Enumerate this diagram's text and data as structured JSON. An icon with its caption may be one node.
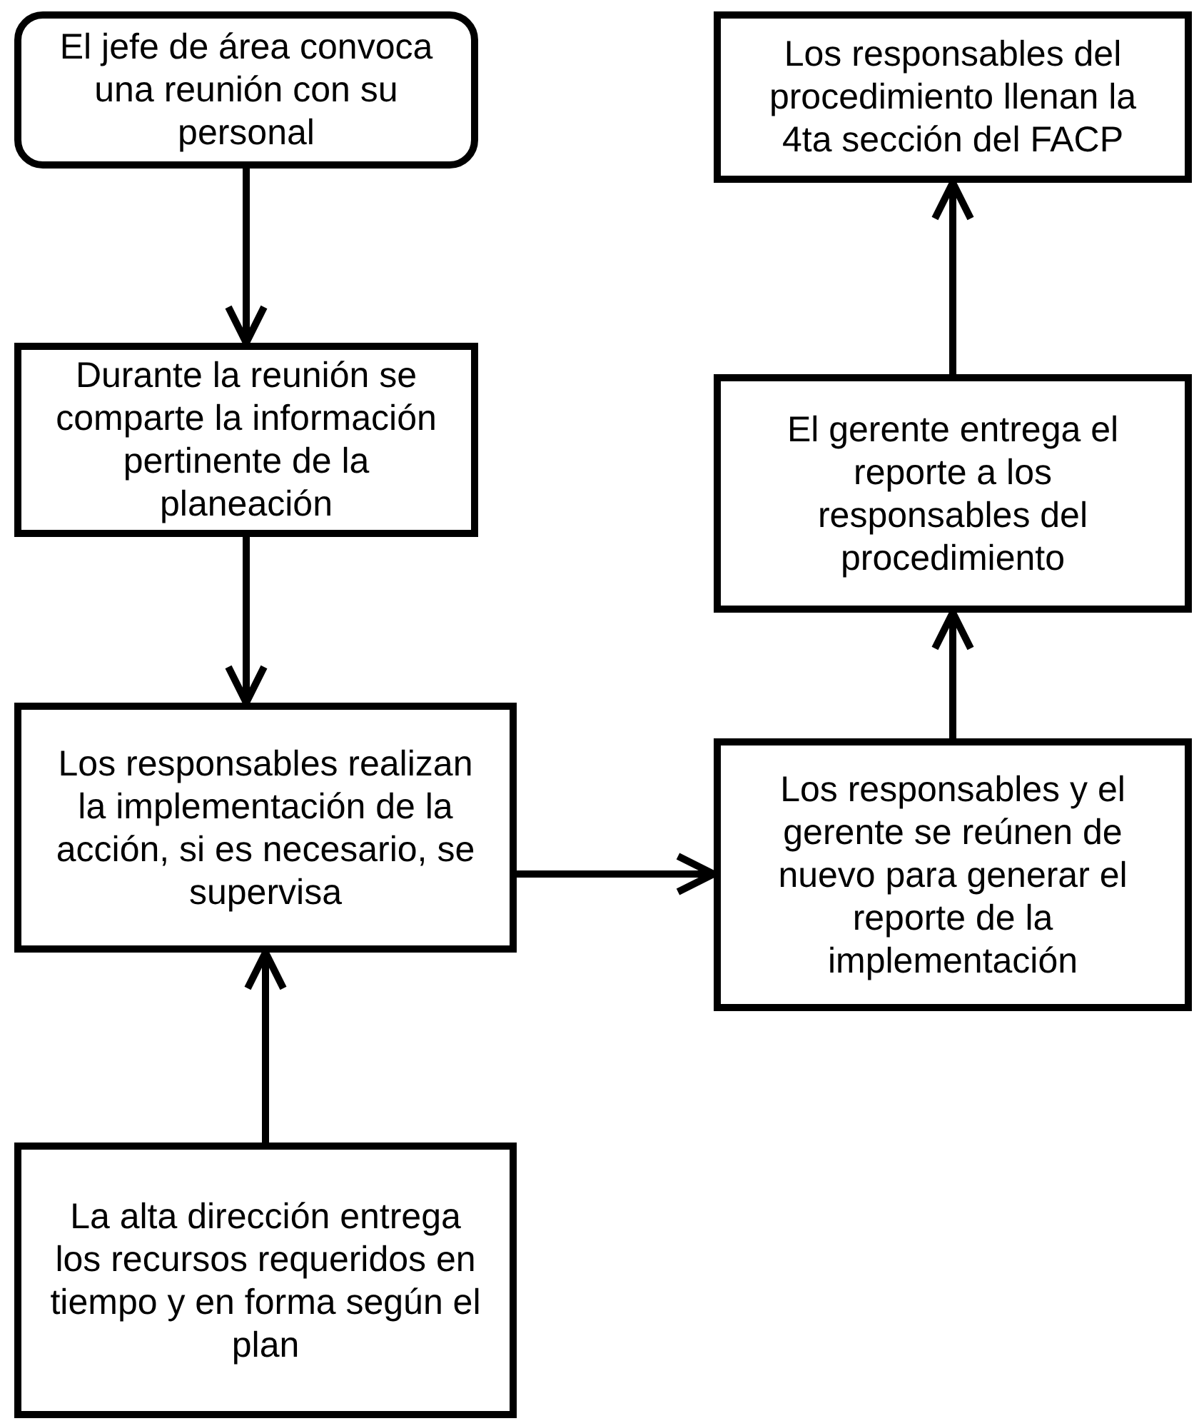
{
  "diagram": {
    "nodes": [
      {
        "text": [
          "El jefe de área convoca una reunión con su personal"
        ]
      },
      {
        "text": [
          "Durante la reunión se comparte la información pertinente de la planeación"
        ]
      },
      {
        "text": [
          "Los responsables realizan la implementación de la acción, si es necesario, se supervisa"
        ]
      },
      {
        "text": [
          "La alta dirección entrega los recursos requeridos en tiempo y en forma según el plan"
        ]
      },
      {
        "text": [
          "Los responsables del procedimiento llenan la 4ta sección del FACP"
        ]
      },
      {
        "text": [
          "El gerente entrega el reporte a los responsables del procedimiento"
        ]
      },
      {
        "text": [
          "Los responsables y el gerente se reúnen de nuevo para generar el reporte de la implementación"
        ]
      }
    ],
    "edges": [
      {
        "from": 0,
        "to": 1,
        "arrow": "to"
      },
      {
        "from": 1,
        "to": 2,
        "arrow": "to"
      },
      {
        "from": 3,
        "to": 2,
        "arrow": "to"
      },
      {
        "from": 2,
        "to": 6,
        "arrow": "to"
      },
      {
        "from": 6,
        "to": 5,
        "arrow": "to"
      },
      {
        "from": 5,
        "to": 4,
        "arrow": "to"
      }
    ]
  }
}
